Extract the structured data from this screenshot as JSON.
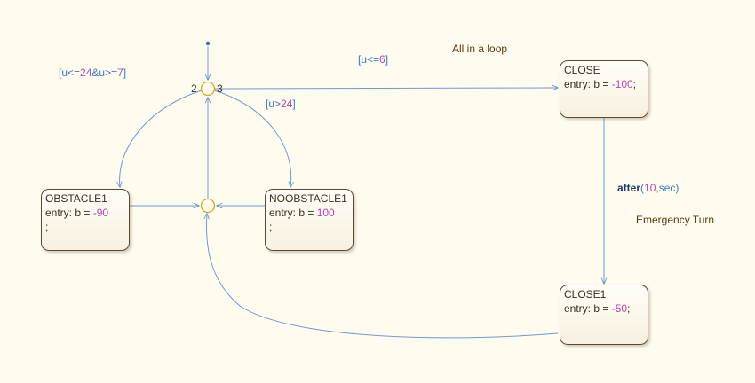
{
  "colors": {
    "background": "#fffcef",
    "transition": "#6b9bd2",
    "junction": "#d9a520",
    "state_border": "#5a4a3a",
    "guard_text": "#3a7ac0",
    "number_text": "#b04ab0",
    "note_text": "#5a3a10",
    "keyword_text": "#1a3a70"
  },
  "states": {
    "close": {
      "name": "CLOSE",
      "action_prefix": "entry: b = ",
      "action_value": "-100",
      "action_suffix": ";"
    },
    "close1": {
      "name": "CLOSE1",
      "action_prefix": "entry: b = ",
      "action_value": "-50",
      "action_suffix": ";"
    },
    "obstacle1": {
      "name": "OBSTACLE1",
      "action_prefix": "entry: b = ",
      "action_value": "-90",
      "action_suffix": "",
      "extra_line": ";"
    },
    "noobstacle1": {
      "name": "NOOBSTACLE1",
      "action_prefix": "entry: b = ",
      "action_value": "100",
      "action_suffix": "",
      "extra_line": ";"
    }
  },
  "junction_labels": {
    "left_order": "2",
    "right_order": "3"
  },
  "transitions": {
    "guard_u_le_24_open": "[u<=",
    "guard_u_le_24_val1": "24",
    "guard_u_le_24_mid": "&u>=",
    "guard_u_le_24_val2": "7",
    "guard_u_le_24_close": "]",
    "guard_u_le_6_open": "[u<=",
    "guard_u_le_6_val": "6",
    "guard_u_le_6_close": "]",
    "guard_u_gt_24_open": "[u>",
    "guard_u_gt_24_val": "24",
    "guard_u_gt_24_close": "]",
    "after_kw": "after",
    "after_open": "(",
    "after_val": "10",
    "after_sep": ",",
    "after_unit": "sec",
    "after_close": ")"
  },
  "notes": {
    "loop": "All in a loop",
    "emergency": "Emergency Turn"
  }
}
